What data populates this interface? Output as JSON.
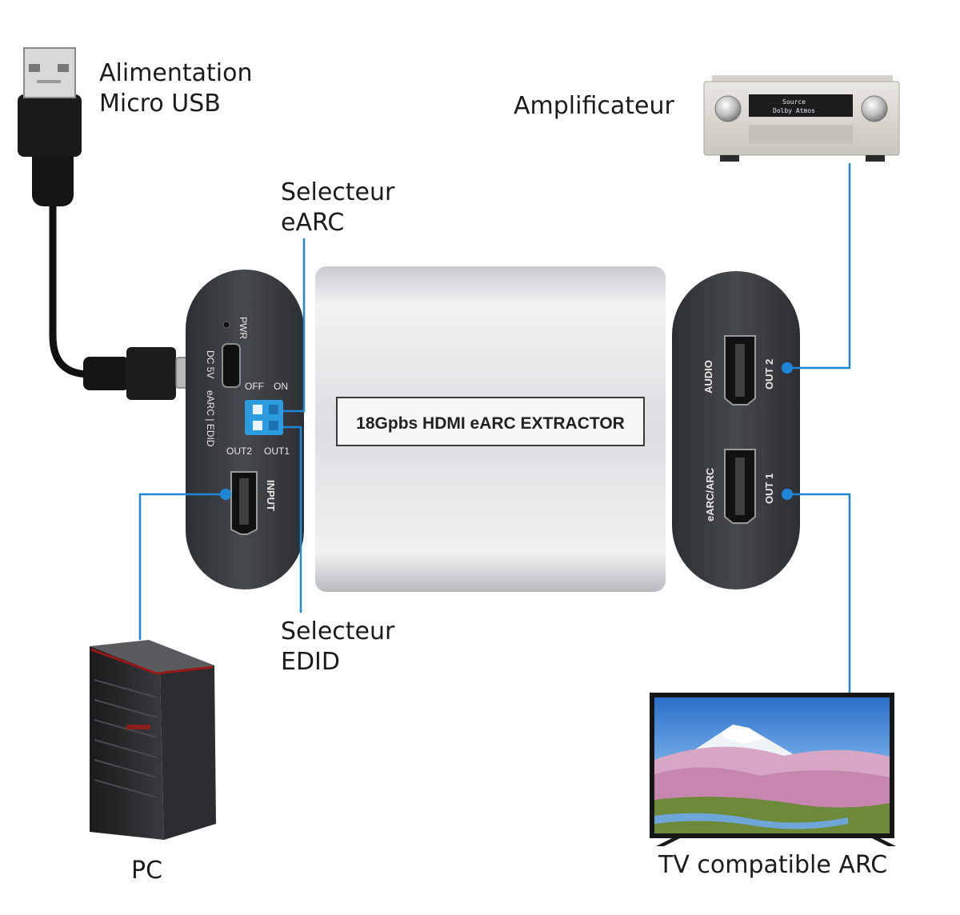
{
  "labels": {
    "power": [
      "Alimentation",
      "Micro USB"
    ],
    "amplifier": "Amplificateur",
    "earc_selector": [
      "Selecteur",
      "eARC"
    ],
    "edid_selector": [
      "Selecteur",
      "EDID"
    ],
    "pc": "PC",
    "tv": "TV compatible ARC"
  },
  "device": {
    "title": "18Gpbs HDMI eARC EXTRACTOR",
    "left_panel": {
      "pwr": "PWR",
      "dc5v": "DC 5V",
      "earc": "eARC",
      "edid": "EDID",
      "off": "OFF",
      "on": "ON",
      "out2": "OUT2",
      "out1": "OUT1",
      "input": "INPUT"
    },
    "right_panel": {
      "audio": "AUDIO",
      "out2": "OUT 2",
      "earc_arc": "eARC/ARC",
      "out1": "OUT 1"
    }
  },
  "amp_display": [
    "Source",
    "Dolby Atmos"
  ],
  "colors": {
    "connector_line": "#1e88d6",
    "panel_dark": "#3a3d42",
    "body_silver": "#d6d8db"
  }
}
